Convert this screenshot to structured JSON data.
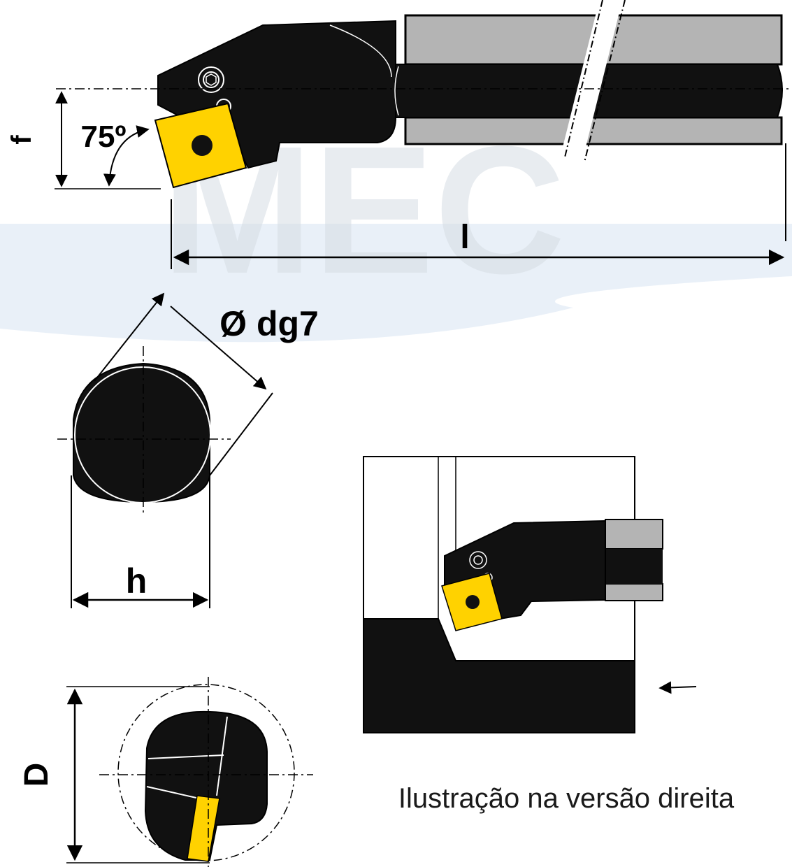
{
  "watermark": {
    "text": "MEC",
    "registered_mark": "®",
    "color": "#cfe1f1"
  },
  "labels": {
    "angle": "75º",
    "f": "f",
    "l": "l",
    "diameter": "Ø dg7",
    "h": "h",
    "D": "D"
  },
  "caption": "Ilustração na versão direita",
  "colors": {
    "tool_body": "#111111",
    "insert": "#ffd200",
    "shank_flat": "#b4b4b4",
    "outline": "#000000"
  }
}
